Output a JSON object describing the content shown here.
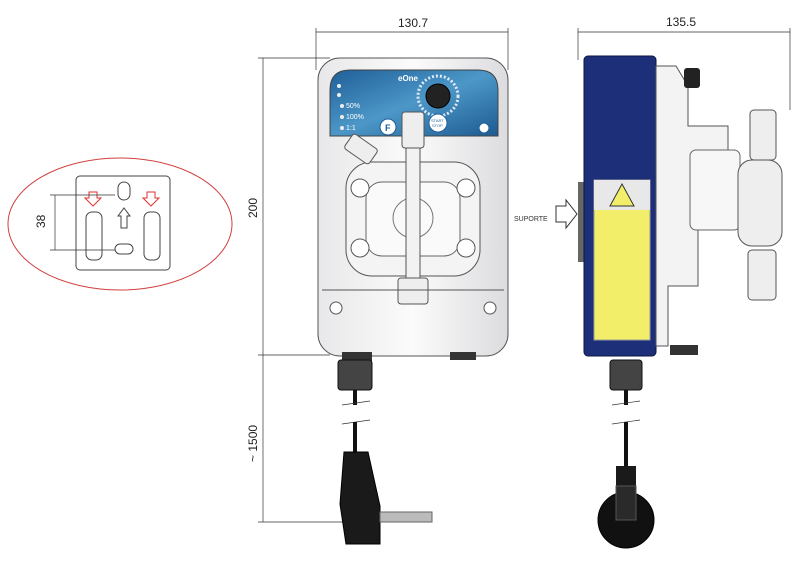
{
  "dimensions": {
    "front_width": "130.7",
    "side_depth": "135.5",
    "height": "200",
    "cable_length": "~ 1500",
    "bracket_spacing": "38"
  },
  "labels": {
    "support": "SUPORTE"
  },
  "panel": {
    "brand": "eOne",
    "f_button": "F",
    "start_stop_line1": "START",
    "start_stop_line2": "STOP",
    "indicators": [
      "50%",
      "100%",
      "1:1"
    ]
  },
  "colors": {
    "ellipse": "#d04040",
    "body_blue": "#1e2f7a",
    "panel_blue": "#2a6fa8",
    "arrow_red": "#e03030",
    "warning_yellow": "#f2ee6a"
  }
}
